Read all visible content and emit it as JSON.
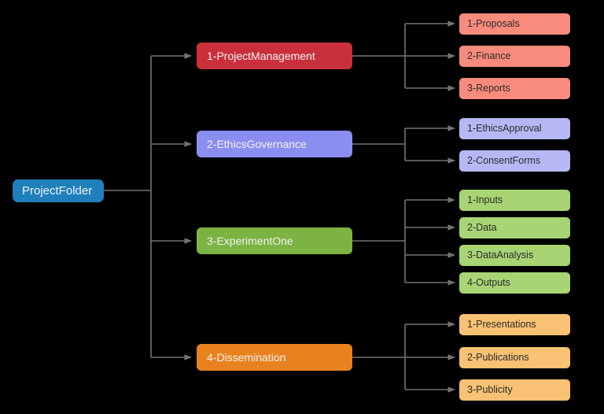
{
  "diagram": {
    "title": "ProjectFolder folder structure tree",
    "type": "tree",
    "orientation": "left-to-right",
    "background_color": "#000000",
    "edge_color": "#737373",
    "root": {
      "label": "ProjectFolder",
      "color": "#1f7fba",
      "text_color": "#eef4f8"
    },
    "branches": [
      {
        "label": "1-ProjectManagement",
        "color": "#c9303c",
        "text_color": "#f2f2f2",
        "leaf_color": "#f98b7d",
        "leaf_text_color": "#2c2c2c",
        "children": [
          {
            "label": "1-Proposals"
          },
          {
            "label": "2-Finance"
          },
          {
            "label": "3-Reports"
          }
        ]
      },
      {
        "label": "2-EthicsGovernance",
        "color": "#8a8ef0",
        "text_color": "#f2f2f2",
        "leaf_color": "#b5b8f5",
        "leaf_text_color": "#2c2c2c",
        "children": [
          {
            "label": "1-EthicsApproval"
          },
          {
            "label": "2-ConsentForms"
          }
        ]
      },
      {
        "label": "3-ExperimentOne",
        "color": "#7cb342",
        "text_color": "#f2f2f2",
        "leaf_color": "#a8d474",
        "leaf_text_color": "#2c2c2c",
        "children": [
          {
            "label": "1-Inputs"
          },
          {
            "label": "2-Data"
          },
          {
            "label": "3-DataAnalysis"
          },
          {
            "label": "4-Outputs"
          }
        ]
      },
      {
        "label": "4-Dissemination",
        "color": "#e8821e",
        "text_color": "#f2f2f2",
        "leaf_color": "#f9c173",
        "leaf_text_color": "#2c2c2c",
        "children": [
          {
            "label": "1-Presentations"
          },
          {
            "label": "2-Publications"
          },
          {
            "label": "3-Publicity"
          }
        ]
      }
    ]
  }
}
